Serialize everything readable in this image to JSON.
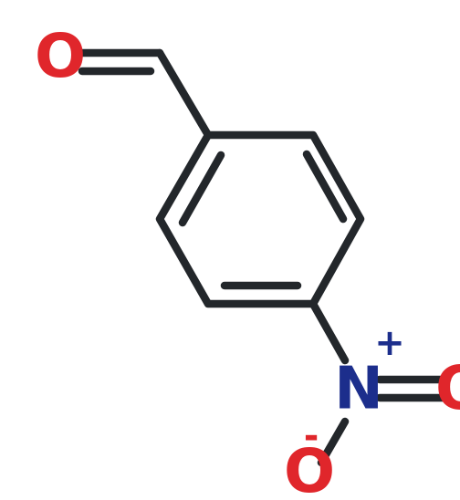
{
  "molecule": {
    "atoms": {
      "aldehyde_oxygen": "O",
      "nitro_nitrogen": "N",
      "nitro_double_oxygen": "O",
      "nitro_single_oxygen": "O"
    },
    "charges": {
      "nitrogen": "+",
      "oxygen": "-"
    }
  },
  "colors": {
    "bond": "#23272b",
    "oxygen": "#e0262b",
    "nitrogen": "#1c2e8c",
    "background": "#ffffff"
  },
  "icons": {
    "structure": "molecule-structure-icon"
  }
}
